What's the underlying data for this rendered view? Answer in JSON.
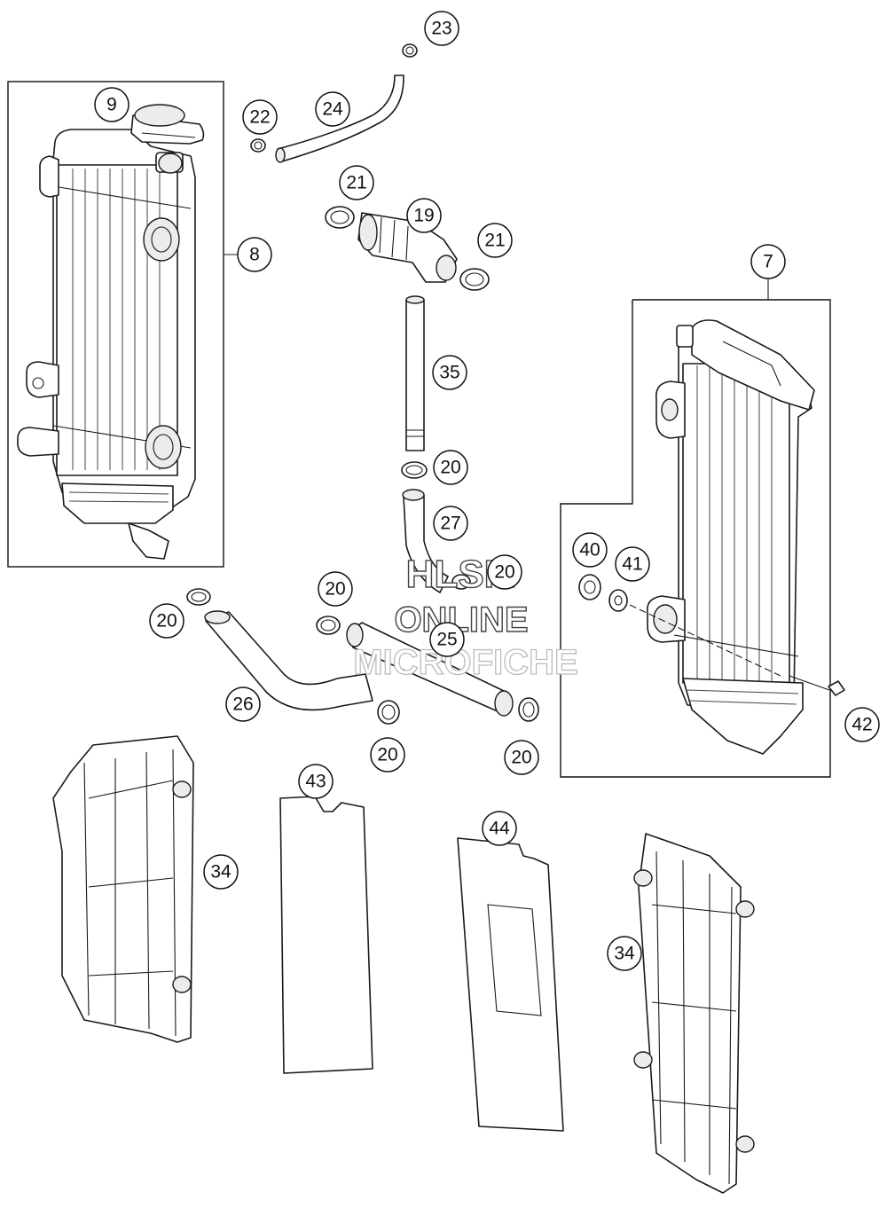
{
  "diagram": {
    "callouts": [
      {
        "id": "c9",
        "label": "9"
      },
      {
        "id": "c22",
        "label": "22"
      },
      {
        "id": "c24",
        "label": "24"
      },
      {
        "id": "c23",
        "label": "23"
      },
      {
        "id": "c21a",
        "label": "21"
      },
      {
        "id": "c19",
        "label": "19"
      },
      {
        "id": "c21b",
        "label": "21"
      },
      {
        "id": "c8",
        "label": "8"
      },
      {
        "id": "c7",
        "label": "7"
      },
      {
        "id": "c35",
        "label": "35"
      },
      {
        "id": "c20a",
        "label": "20"
      },
      {
        "id": "c27",
        "label": "27"
      },
      {
        "id": "c40",
        "label": "40"
      },
      {
        "id": "c41",
        "label": "41"
      },
      {
        "id": "c20b",
        "label": "20"
      },
      {
        "id": "c20c",
        "label": "20"
      },
      {
        "id": "c20d",
        "label": "20"
      },
      {
        "id": "c25",
        "label": "25"
      },
      {
        "id": "c26",
        "label": "26"
      },
      {
        "id": "c20e",
        "label": "20"
      },
      {
        "id": "c20f",
        "label": "20"
      },
      {
        "id": "c42",
        "label": "42"
      },
      {
        "id": "c43",
        "label": "43"
      },
      {
        "id": "c44",
        "label": "44"
      },
      {
        "id": "c34a",
        "label": "34"
      },
      {
        "id": "c34b",
        "label": "34"
      }
    ],
    "watermark": {
      "line1": "HLSM",
      "line2": "ONLINE",
      "line3": "MICROFICHE"
    }
  }
}
